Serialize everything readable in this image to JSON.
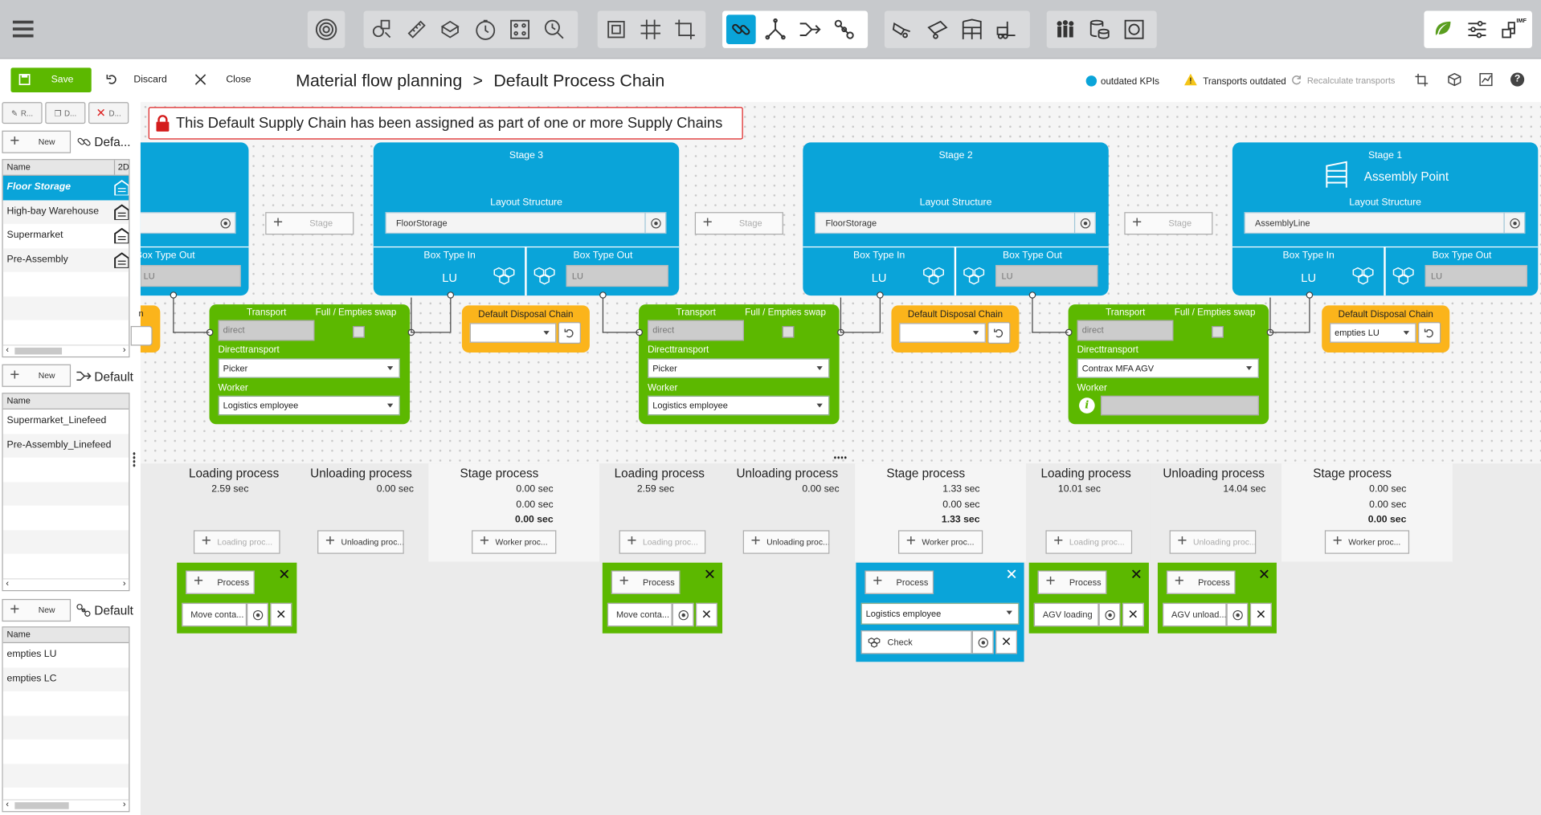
{
  "toolbar": {
    "groups": [
      [
        "target-icon"
      ],
      [
        "box-cycle-icon",
        "ruler-icon",
        "boxes-icon",
        "clock-icon",
        "grid-dots-icon",
        "search-clock-icon"
      ],
      [
        "frame-icon",
        "grid-icon",
        "crop-icon"
      ],
      [
        "link-icon",
        "branch-icon",
        "merge-arrows-icon",
        "chain-icon"
      ],
      [
        "truck-icon",
        "trailer-icon",
        "rack-icon",
        "forklift-icon"
      ],
      [
        "people-icon",
        "coins-icon",
        "cycle-box-icon"
      ]
    ],
    "right_icons": [
      "leaf-icon",
      "sliders-icon",
      "imf-icon"
    ],
    "imf_label": "IMF"
  },
  "actions": {
    "save": "Save",
    "discard": "Discard",
    "close": "Close"
  },
  "breadcrumb": {
    "root": "Material flow planning",
    "sep": ">",
    "current": "Default Process Chain"
  },
  "status": {
    "kpi": "outdated KPIs",
    "transports": "Transports outdated",
    "recalc": "Recalculate transports"
  },
  "warning": "This Default Supply Chain has been assigned as part of one or more Supply Chains",
  "left": {
    "btns": [
      "R...",
      "D...",
      "D..."
    ],
    "new": "New",
    "panel1": {
      "title": "Defa...",
      "col": "Name",
      "col2": "2D",
      "rows": [
        "Floor Storage",
        "High-bay Warehouse",
        "Supermarket",
        "Pre-Assembly"
      ]
    },
    "panel2": {
      "title": "Default",
      "col": "Name",
      "rows": [
        "Supermarket_Linefeed",
        "Pre-Assembly_Linefeed"
      ]
    },
    "panel3": {
      "title": "Default",
      "col": "Name",
      "rows": [
        "empties LU",
        "empties LC"
      ]
    }
  },
  "stages": [
    {
      "title": "Stage 3",
      "sub": "",
      "layout_label": "Layout Structure",
      "layout": "FloorStorage",
      "in_label": "Box Type In",
      "in": "LU",
      "out_label": "Box Type Out",
      "out": "LU"
    },
    {
      "title": "Stage 2",
      "sub": "",
      "layout_label": "Layout Structure",
      "layout": "FloorStorage",
      "in_label": "Box Type In",
      "in": "LU",
      "out_label": "Box Type Out",
      "out": "LU"
    },
    {
      "title": "Stage 1",
      "sub": "Assembly Point",
      "layout_label": "Layout Structure",
      "layout": "AssemblyLine",
      "in_label": "Box Type In",
      "in": "LU",
      "out_label": "Box Type Out",
      "out": "LU"
    }
  ],
  "partial_stage": {
    "out_label": "Box Type Out",
    "out": "LU"
  },
  "add_stage": "Stage",
  "transports": [
    {
      "label": "Transport",
      "swap": "Full / Empties swap",
      "type": "direct",
      "sub": "Directtransport",
      "mode": "Picker",
      "worker_label": "Worker",
      "worker": "Logistics employee"
    },
    {
      "label": "Transport",
      "swap": "Full / Empties swap",
      "type": "direct",
      "sub": "Directtransport",
      "mode": "Picker",
      "worker_label": "Worker",
      "worker": "Logistics employee"
    },
    {
      "label": "Transport",
      "swap": "Full / Empties swap",
      "type": "direct",
      "sub": "Directtransport",
      "mode": "Contrax MFA AGV",
      "worker_label": "Worker",
      "worker": ""
    }
  ],
  "disposal": [
    {
      "label": "Default Disposal Chain",
      "value": ""
    },
    {
      "label": "Default Disposal Chain",
      "value": ""
    },
    {
      "label": "Default Disposal Chain",
      "value": "empties LU"
    }
  ],
  "process_columns": [
    {
      "h": "Loading process",
      "v": [
        "2.59 sec"
      ],
      "btn": "Loading proc...",
      "dis": true
    },
    {
      "h": "Unloading process",
      "v": [
        "0.00 sec"
      ],
      "btn": "Unloading proc...",
      "dis": false
    },
    {
      "h": "Stage process",
      "v": [
        "0.00 sec",
        "0.00 sec",
        "0.00 sec"
      ],
      "btn": "Worker proc...",
      "dis": false
    },
    {
      "h": "Loading process",
      "v": [
        "2.59 sec"
      ],
      "btn": "Loading proc...",
      "dis": true
    },
    {
      "h": "Unloading process",
      "v": [
        "0.00 sec"
      ],
      "btn": "Unloading proc...",
      "dis": false
    },
    {
      "h": "Stage process",
      "v": [
        "1.33 sec",
        "0.00 sec",
        "1.33 sec"
      ],
      "btn": "Worker proc...",
      "dis": false
    },
    {
      "h": "Loading process",
      "v": [
        "10.01 sec"
      ],
      "btn": "Loading proc...",
      "dis": true
    },
    {
      "h": "Unloading process",
      "v": [
        "14.04 sec"
      ],
      "btn": "Unloading proc...",
      "dis": true
    },
    {
      "h": "Stage process",
      "v": [
        "0.00 sec",
        "0.00 sec",
        "0.00 sec"
      ],
      "btn": "Worker proc...",
      "dis": false
    }
  ],
  "process_boxes": [
    {
      "add": "Process",
      "item": "Move conta..."
    },
    {
      "add": "Process",
      "item": "Move conta..."
    },
    {
      "add": "Process",
      "select": "Logistics employee",
      "item": "Check"
    },
    {
      "add": "Process",
      "item": "AGV loading"
    },
    {
      "add": "Process",
      "item": "AGV unload..."
    }
  ],
  "colors": {
    "blue": "#0aa4d9",
    "green": "#5cb800",
    "orange": "#fbb41b"
  }
}
